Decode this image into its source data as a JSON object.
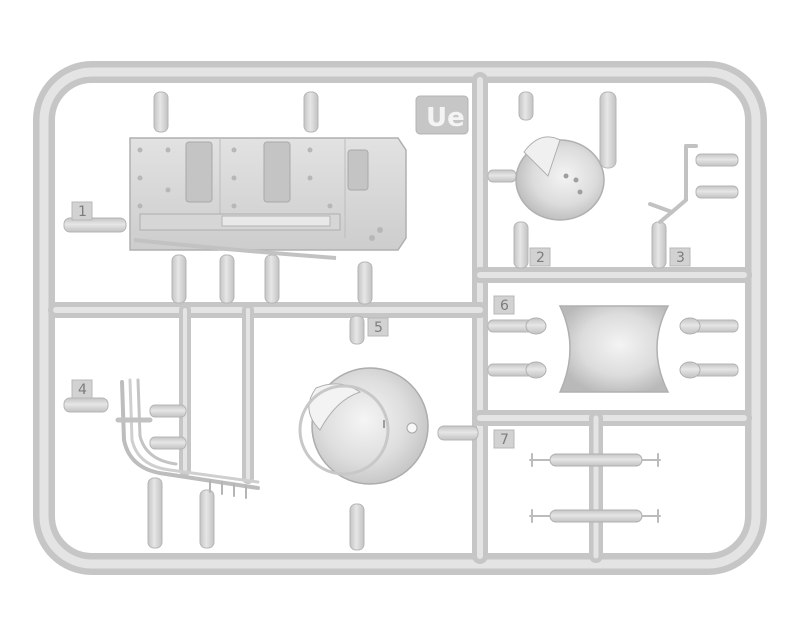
{
  "image": {
    "subject": "plastic model kit sprue",
    "colors": {
      "background": "#ffffff",
      "plastic_light": "#dcdcdc",
      "plastic_mid": "#cfcfcf",
      "plastic_shadow": "#b8b8b8",
      "tag_bg": "#c6c6c6",
      "number_text": "#7d7d7d"
    }
  },
  "sprue": {
    "tag": "Ue",
    "part_numbers": [
      "1",
      "2",
      "3",
      "4",
      "5",
      "6",
      "7"
    ]
  }
}
